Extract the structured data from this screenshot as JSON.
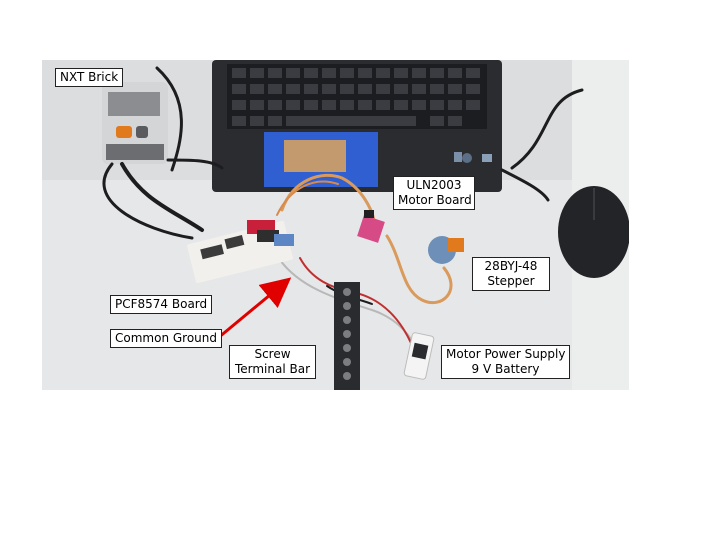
{
  "labels": {
    "nxt_brick": "NXT Brick",
    "uln2003": [
      "ULN2003",
      "Motor Board"
    ],
    "stepper": [
      "28BYJ-48",
      "Stepper"
    ],
    "pcf8574": "PCF8574 Board",
    "common_ground": "Common Ground",
    "screw_terminal": [
      "Screw",
      "Terminal Bar"
    ],
    "power_supply": [
      "Motor Power Supply",
      "9 V Battery"
    ]
  },
  "colors": {
    "arrow": "#e00000",
    "table": "#e8e9ea",
    "laptop": "#2a2c30",
    "tape": "#2f5fd0",
    "board_red": "#c8203a"
  },
  "icons": [
    "nxt-brick-icon",
    "laptop-icon",
    "mouse-icon",
    "breadboard-icon",
    "stepper-motor-icon",
    "battery-icon",
    "terminal-bar-icon"
  ]
}
